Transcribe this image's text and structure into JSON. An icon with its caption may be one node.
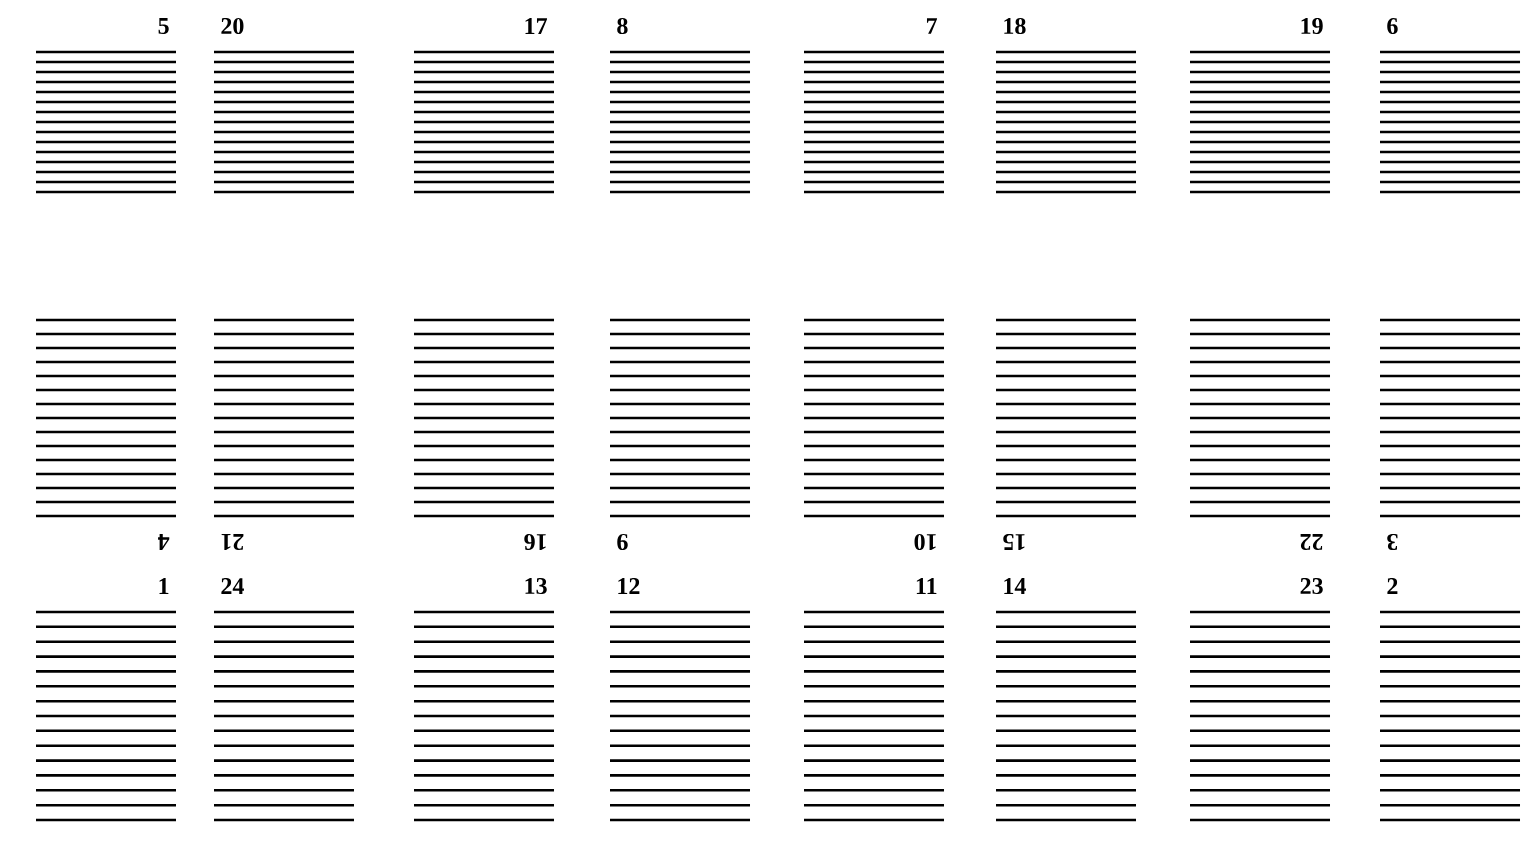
{
  "diagram": {
    "nodes": [
      {
        "text": [
          "5"
        ]
      },
      {
        "text": [
          "20"
        ]
      },
      {
        "text": [
          "17"
        ]
      },
      {
        "text": [
          "8"
        ]
      },
      {
        "text": [
          "7"
        ]
      },
      {
        "text": [
          "18"
        ]
      },
      {
        "text": [
          "19"
        ]
      },
      {
        "text": [
          "6"
        ]
      },
      {
        "text": [
          "4"
        ]
      },
      {
        "text": [
          "21"
        ]
      },
      {
        "text": [
          "16"
        ]
      },
      {
        "text": [
          "9"
        ]
      },
      {
        "text": [
          "10"
        ]
      },
      {
        "text": [
          "15"
        ]
      },
      {
        "text": [
          "22"
        ]
      },
      {
        "text": [
          "3"
        ]
      },
      {
        "text": [
          "1"
        ]
      },
      {
        "text": [
          "24"
        ]
      },
      {
        "text": [
          "13"
        ]
      },
      {
        "text": [
          "12"
        ]
      },
      {
        "text": [
          "11"
        ]
      },
      {
        "text": [
          "14"
        ]
      },
      {
        "text": [
          "23"
        ]
      },
      {
        "text": [
          "2"
        ]
      }
    ]
  }
}
